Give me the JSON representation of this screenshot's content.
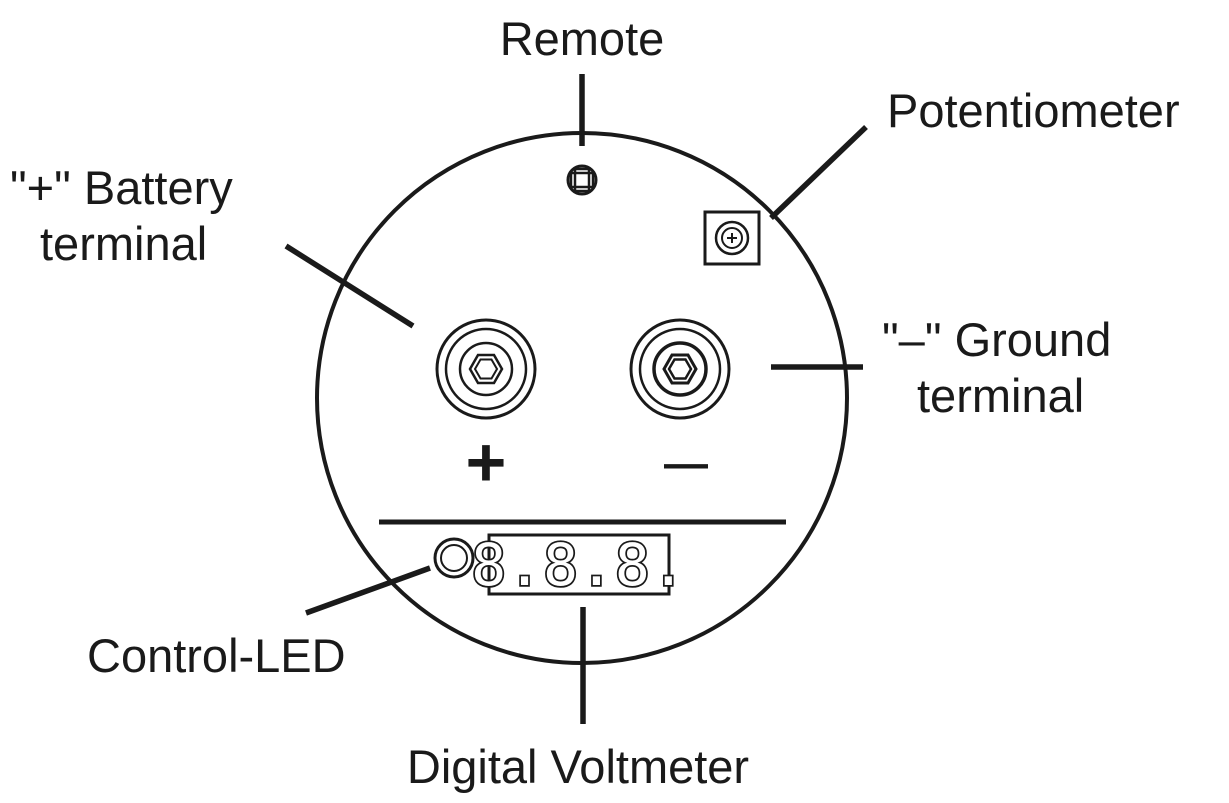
{
  "labels": {
    "remote": "Remote",
    "potentiometer": "Potentiometer",
    "battery_terminal_line1": "\"+\" Battery",
    "battery_terminal_line2": "terminal",
    "ground_terminal_line1": "\"–\" Ground",
    "ground_terminal_line2": "terminal",
    "control_led": "Control-LED",
    "digital_voltmeter": "Digital Voltmeter"
  },
  "panel": {
    "plus_symbol": "+",
    "minus_symbol": "—",
    "voltmeter_display": "8.8.8."
  },
  "colors": {
    "ink": "#1a1a1a",
    "background": "#ffffff"
  }
}
